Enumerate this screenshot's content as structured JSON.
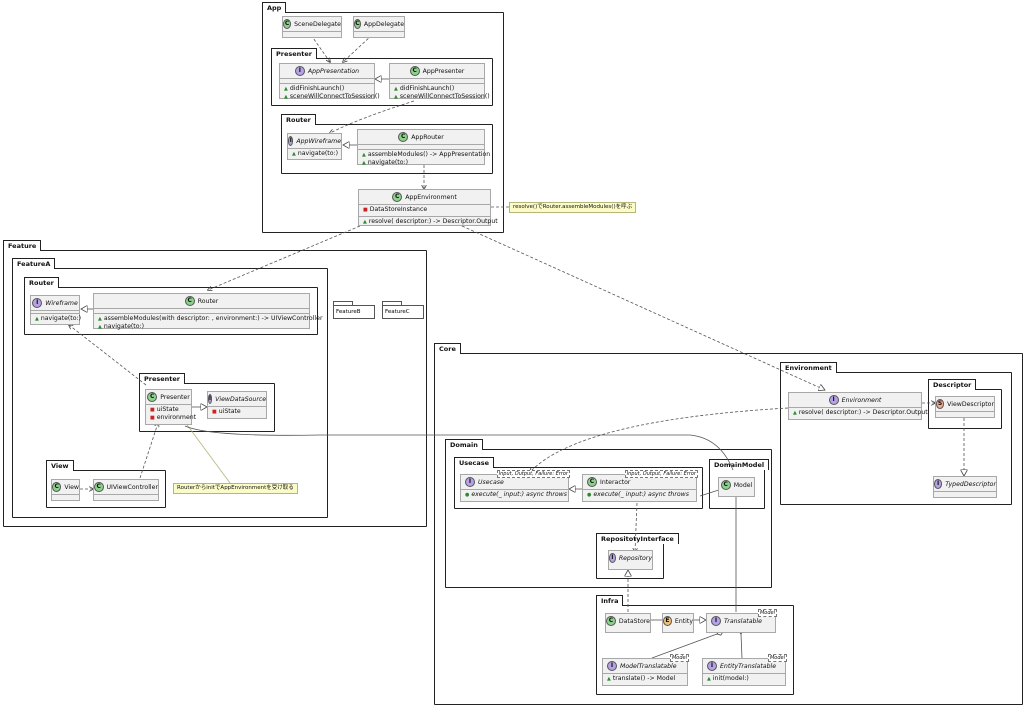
{
  "packages": {
    "app": "App",
    "app_presenter": "Presenter",
    "app_router": "Router",
    "feature": "Feature",
    "feature_a": "FeatureA",
    "fa_router": "Router",
    "fa_presenter": "Presenter",
    "fa_view": "View",
    "feature_b": "FeatureB",
    "feature_c": "FeatureC",
    "core": "Core",
    "environment": "Environment",
    "descriptor": "Descriptor",
    "domain": "Domain",
    "usecase": "Usecase",
    "domain_model": "DomainModel",
    "repo_interface": "RepositotyInterface",
    "infra": "Infra"
  },
  "classes": {
    "scene_delegate": {
      "name": "SceneDelegate"
    },
    "app_delegate": {
      "name": "AppDelegate"
    },
    "app_presentation": {
      "name": "AppPresentation",
      "members": [
        "didFinishLaunch()",
        "sceneWillConnectToSession()"
      ]
    },
    "app_presenter": {
      "name": "AppPresenter",
      "members": [
        "didFinishLaunch()",
        "sceneWillConnectToSession()"
      ]
    },
    "app_wireframe": {
      "name": "AppWireframe",
      "members": [
        "navigate(to:)"
      ]
    },
    "app_router": {
      "name": "AppRouter",
      "members": [
        "assembleModules() -> AppPresentation",
        "navigate(to:)"
      ]
    },
    "app_environment": {
      "name": "AppEnvironment",
      "fields": [
        "DataStoreInstance"
      ],
      "members": [
        "resolve( descriptor:) -> Descriptor.Output"
      ]
    },
    "wireframe": {
      "name": "Wireframe",
      "members": [
        "navigate(to:)"
      ]
    },
    "router": {
      "name": "Router",
      "members": [
        "assembleModules(with descriptor: , environment:) -> UIViewController",
        "navigate(to:)"
      ]
    },
    "presenter": {
      "name": "Presenter",
      "fields": [
        "uiState",
        "environment"
      ]
    },
    "view_data_source": {
      "name": "ViewDataSource",
      "fields": [
        "uiState"
      ]
    },
    "view": {
      "name": "View"
    },
    "ui_view_controller": {
      "name": "UIViewController"
    },
    "environment": {
      "name": "Environment",
      "members": [
        "resolve( descriptor:) -> Descriptor.Output"
      ]
    },
    "view_descriptor": {
      "name": "ViewDescriptor"
    },
    "typed_descriptor": {
      "name": "TypedDescriptor"
    },
    "usecase": {
      "name": "Usecase",
      "tparams": "Input, Output, Failure: Error",
      "members": [
        "execute(_ input:) async throws"
      ]
    },
    "interactor": {
      "name": "Interactor",
      "tparams": "Input, Output, Failure: Error",
      "members": [
        "execute(_ input:) async throws"
      ]
    },
    "model": {
      "name": "Model"
    },
    "repository": {
      "name": "Repository"
    },
    "data_store": {
      "name": "DataStore"
    },
    "entity": {
      "name": "Entity"
    },
    "translatable": {
      "name": "Translatable",
      "tparams": "Model"
    },
    "model_translatable": {
      "name": "ModelTranslatable",
      "tparams": "Model",
      "members": [
        "translate() -> Model"
      ]
    },
    "entity_translatable": {
      "name": "EntityTranslatable",
      "tparams": "Model",
      "members": [
        "init(model:)"
      ]
    }
  },
  "badges": {
    "class": "C",
    "interface": "I",
    "enum": "E",
    "struct": "S"
  },
  "notes": {
    "app_env_note": "resolve()でRouter.assembleModules()を呼ぶ",
    "presenter_note": "RouterからinitでAppEnvironmentを受け取る"
  },
  "colors": {
    "class_badge": "#8bd18b",
    "interface_badge": "#b6a1e6",
    "enum_badge": "#efbf7a",
    "struct_badge": "#f4a98f",
    "note_bg": "#fbfbc8",
    "box_bg": "#f1f1f1"
  }
}
